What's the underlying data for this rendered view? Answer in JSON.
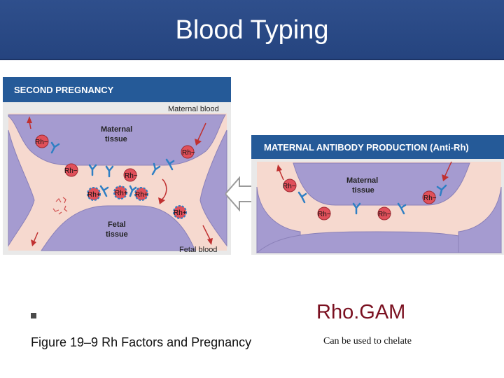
{
  "slide": {
    "title": "Blood Typing",
    "figure_caption": "Figure 19–9 Rh Factors and Pregnancy",
    "rhogam": "Rho.GAM",
    "note": "Can be used to chelate"
  },
  "panel_left": {
    "header": "SECOND PREGNANCY",
    "maternal_blood": "Maternal blood",
    "maternal_tissue": [
      "Maternal",
      "tissue"
    ],
    "fetal_tissue": [
      "Fetal",
      "tissue"
    ],
    "fetal_blood": "Fetal blood",
    "rh_neg": "Rh−",
    "rh_pos": "Rh+"
  },
  "panel_right": {
    "header": "MATERNAL ANTIBODY PRODUCTION (Anti-Rh)",
    "maternal_tissue": [
      "Maternal",
      "tissue"
    ],
    "rh_neg": "Rh−"
  },
  "colors": {
    "header_blue": "#255a98",
    "tissue_purple": "#a59bd0",
    "blood_pink": "#f6d9cf",
    "cell_red": "#e0505a",
    "antibody_blue": "#2e7fc4",
    "arrow_red": "#c03030",
    "rhogam_red": "#7a1020"
  }
}
